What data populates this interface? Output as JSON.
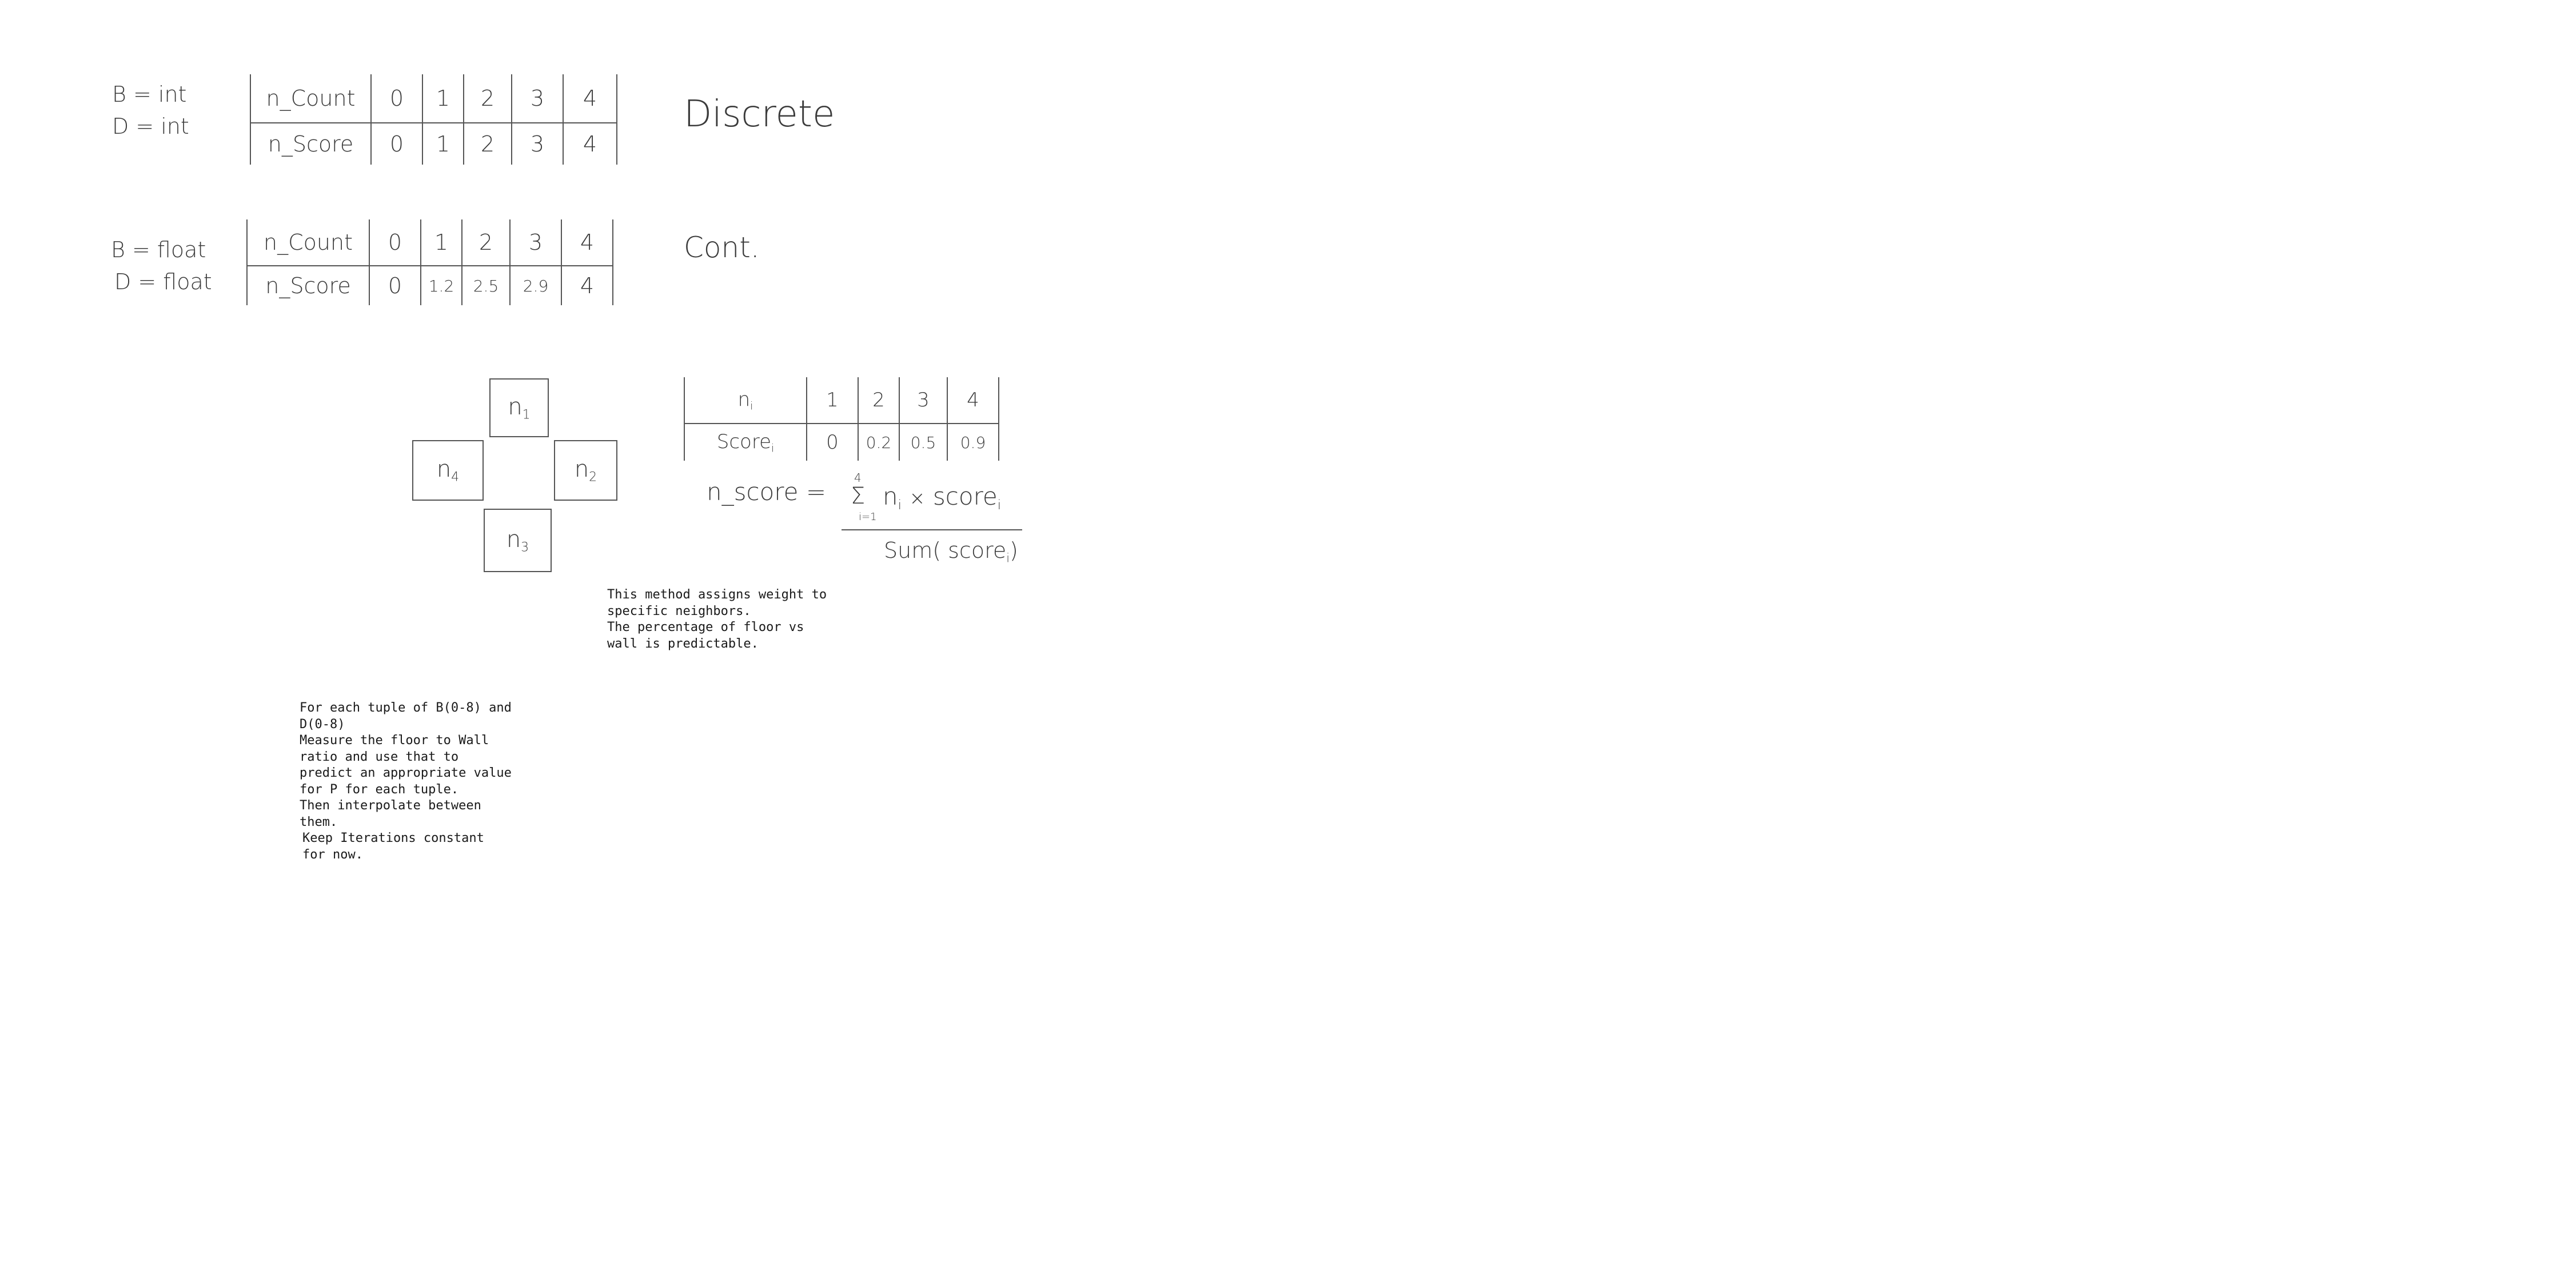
{
  "sections": {
    "discrete": {
      "conditions": [
        "B = int",
        "D = int"
      ],
      "row_labels": [
        "n_Count",
        "n_Score"
      ],
      "count_values": [
        "0",
        "1",
        "2",
        "3",
        "4"
      ],
      "score_values": [
        "0",
        "1",
        "2",
        "3",
        "4"
      ],
      "label": "Discrete"
    },
    "continuous": {
      "conditions": [
        "B = float",
        "D = float"
      ],
      "row_labels": [
        "n_Count",
        "n_Score"
      ],
      "count_values": [
        "0",
        "1",
        "2",
        "3",
        "4"
      ],
      "score_values": [
        "0",
        "1.2",
        "2.5",
        "2.9",
        "4"
      ],
      "label": "Cont."
    }
  },
  "neighbors": {
    "top": "n",
    "top_sub": "1",
    "right": "n",
    "right_sub": "2",
    "bottom": "n",
    "bottom_sub": "3",
    "left": "n",
    "left_sub": "4"
  },
  "weights_table": {
    "header_label": "n",
    "header_sub": "i",
    "score_label": "Score",
    "score_sub": "i",
    "indices": [
      "1",
      "2",
      "3",
      "4"
    ],
    "scores": [
      "0",
      "0.2",
      "0.5",
      "0.9"
    ]
  },
  "formula": {
    "lhs": "n_score =",
    "sum_upper": "4",
    "sum_symbol": "Σ",
    "sum_lower": "i=1",
    "numerator_a": "n",
    "numerator_a_sub": "i",
    "times": "×",
    "numerator_b": "score",
    "numerator_b_sub": "i",
    "denominator": "Sum( score",
    "denominator_sub": "i",
    "denominator_close": ")"
  },
  "notes": {
    "method_note": "This method assigns weight to\nspecific neighbors.\nThe percentage of floor vs\nwall is predictable.",
    "plan_note_a": "For each tuple of B(0-8) and\nD(0-8)\nMeasure the floor to Wall\nratio and use that to\npredict an appropriate value\nfor P for each tuple.\nThen interpolate between\nthem.",
    "plan_note_b": "Keep Iterations constant\nfor now."
  }
}
